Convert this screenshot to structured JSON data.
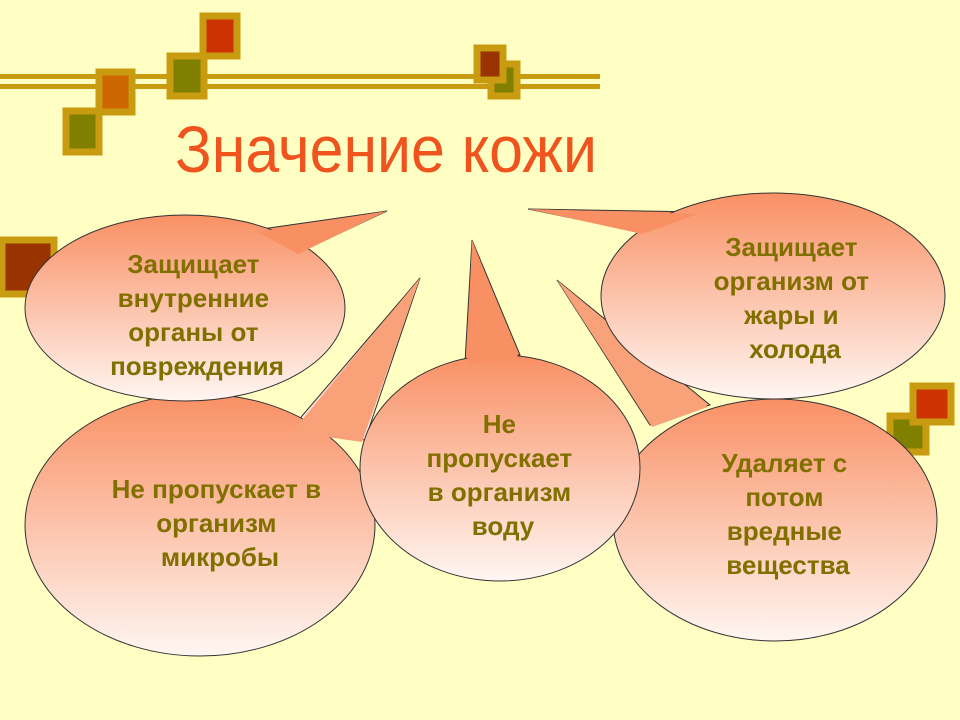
{
  "title": "Значение кожи",
  "colors": {
    "background": "#FFFFC4",
    "title": "#F0541E",
    "text": "#807000",
    "bubble_top": "#F99A6A",
    "bubble_bottom": "#FFF4F0",
    "frame": "#C89B10"
  },
  "bubbles": [
    {
      "lines": [
        "Защищает",
        "внутренние",
        "органы от",
        "повреждения"
      ]
    },
    {
      "lines": [
        "Не пропускает в",
        "организм",
        "микробы"
      ]
    },
    {
      "lines": [
        "Не",
        "пропускает",
        "в организм",
        "воду"
      ]
    },
    {
      "lines": [
        "Защищает",
        "организм от",
        "жары и",
        "холода"
      ]
    },
    {
      "lines": [
        "Удаляет с",
        "потом",
        "вредные",
        "вещества"
      ]
    }
  ]
}
